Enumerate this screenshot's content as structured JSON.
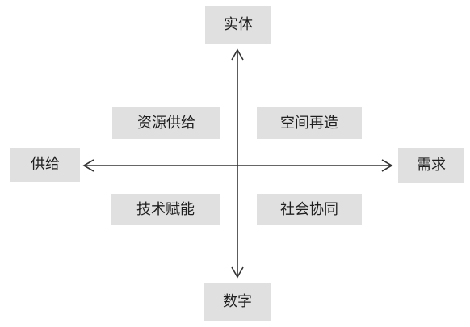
{
  "diagram": {
    "axes": {
      "vertical": {
        "top_label": "实体",
        "bottom_label": "数字"
      },
      "horizontal": {
        "left_label": "供给",
        "right_label": "需求"
      }
    },
    "quadrants": {
      "top_left": "资源供给",
      "top_right": "空间再造",
      "bottom_left": "技术赋能",
      "bottom_right": "社会协同"
    },
    "colors": {
      "box_fill": "#e0e0e0",
      "axis_line": "#333333",
      "text": "#1f1f1f"
    }
  }
}
